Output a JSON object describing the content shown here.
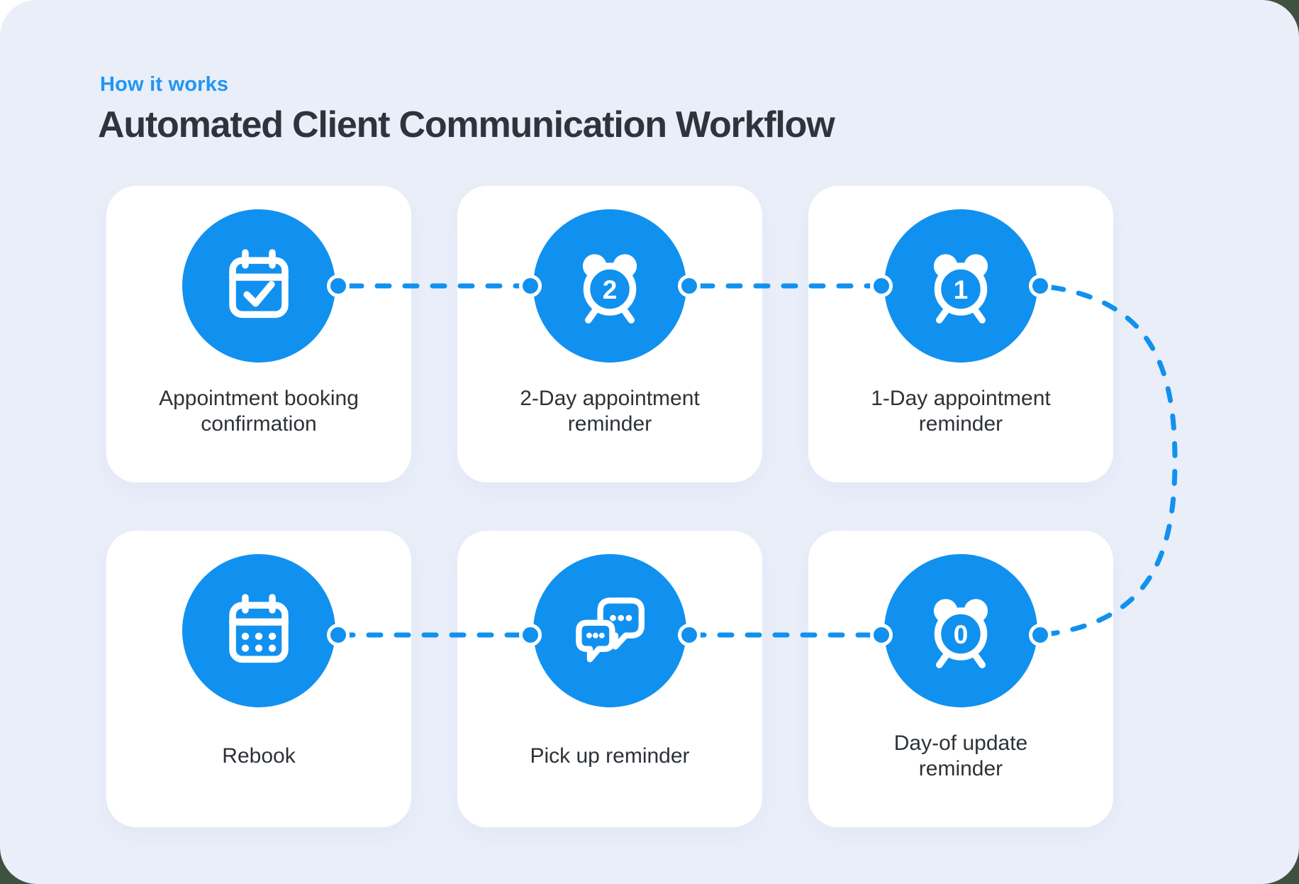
{
  "colors": {
    "outer_background": "#3f5140",
    "panel_background": "#e9eef9",
    "card_background": "#ffffff",
    "accent_blue": "#1191ef",
    "eyebrow_blue": "#2196f3",
    "title_text": "#2e343c",
    "label_text": "#2d3237"
  },
  "header": {
    "eyebrow": "How it works",
    "title": "Automated Client Communication Workflow"
  },
  "steps": [
    {
      "icon": "calendar-check-icon",
      "label": "Appointment booking\nconfirmation"
    },
    {
      "icon": "alarm-clock-icon",
      "badge": "2",
      "label": "2-Day appointment\nreminder"
    },
    {
      "icon": "alarm-clock-icon",
      "badge": "1",
      "label": "1-Day appointment\nreminder"
    },
    {
      "icon": "calendar-dots-icon",
      "label": "Rebook"
    },
    {
      "icon": "chat-bubbles-icon",
      "label": "Pick up reminder"
    },
    {
      "icon": "alarm-clock-icon",
      "badge": "0",
      "label": "Day-of update\nreminder"
    }
  ]
}
